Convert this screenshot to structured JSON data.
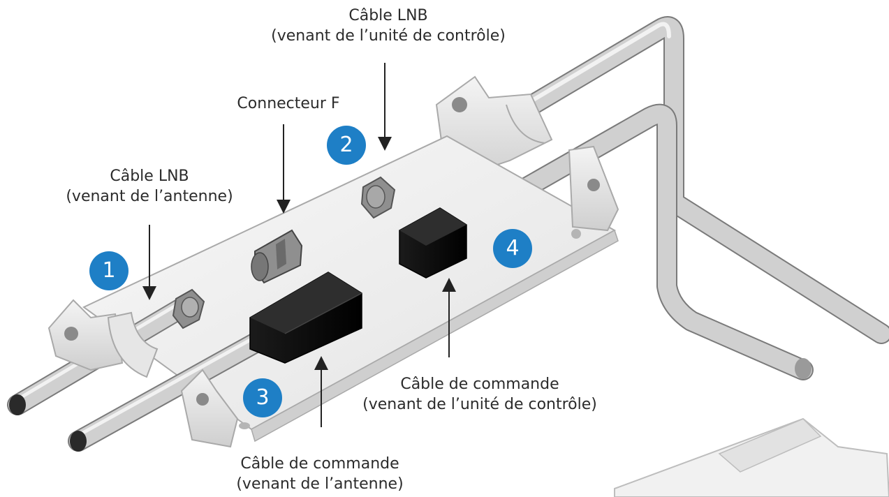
{
  "badges": [
    "1",
    "2",
    "3",
    "4"
  ],
  "labels": {
    "lnb_control": [
      "Câble LNB",
      "(venant de l’unité de contrôle)"
    ],
    "f_connector": [
      "Connecteur F"
    ],
    "lnb_antenna": [
      "Câble LNB",
      "(venant de l’antenne)"
    ],
    "cmd_control": [
      "Câble de commande",
      "(venant de l’unité de contrôle)"
    ],
    "cmd_antenna": [
      "Câble de commande",
      "(venant de l’antenne)"
    ]
  },
  "colors": {
    "badge": "#1e7fc6",
    "plate": "#eeeeee",
    "plate_edge": "#a9a9a9",
    "pipe": "#c8c8c8",
    "pipe_edge": "#7a7a7a",
    "connector_block": "#0d0d0d",
    "arrow": "#222222",
    "text": "#2b2b2b"
  }
}
